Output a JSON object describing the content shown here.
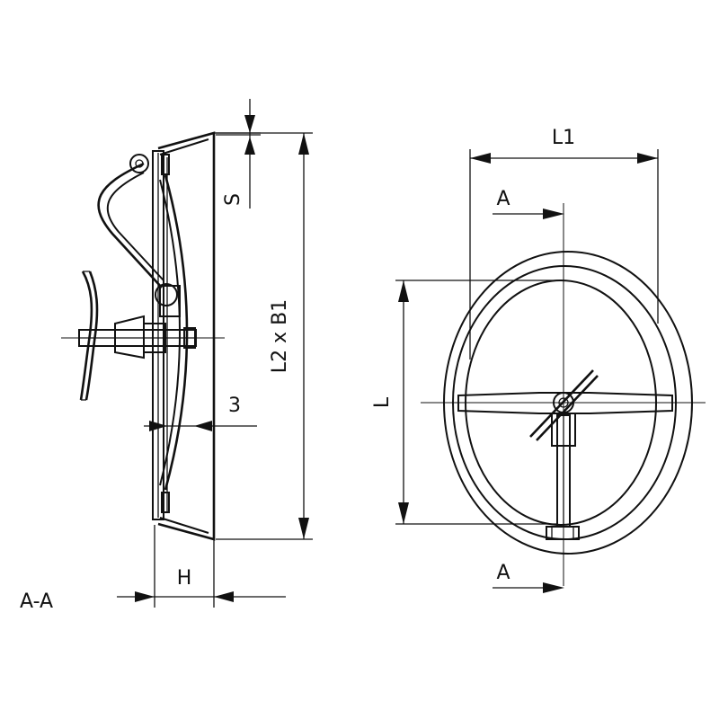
{
  "section_view": {
    "section_label": "A-A",
    "dimensions": {
      "seal_thickness": "S",
      "overall_size": "L2 x B1",
      "gap": "3",
      "height": "H"
    }
  },
  "front_view": {
    "dimensions": {
      "width": "L1",
      "opening": "L"
    },
    "cut_markers": {
      "top": "A",
      "bottom": "A"
    }
  }
}
